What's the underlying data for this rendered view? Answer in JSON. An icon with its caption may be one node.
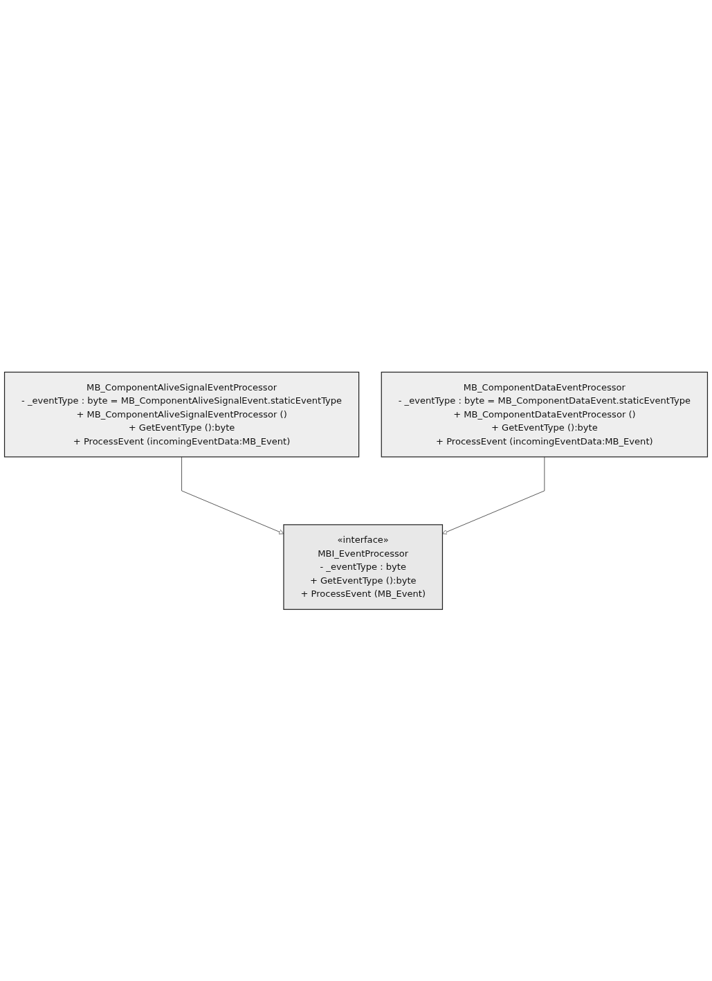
{
  "diagram": {
    "nodes": [
      {
        "text": [
          "MB_ComponentAliveSignalEventProcessor",
          "- _eventType : byte = MB_ComponentAliveSignalEvent.staticEventType",
          "+ MB_ComponentAliveSignalEventProcessor ()",
          "+ GetEventType ():byte",
          "+ ProcessEvent (incomingEventData:MB_Event)"
        ]
      },
      {
        "text": [
          "«interface»",
          "MBI_EventProcessor",
          "- _eventType : byte",
          "+ GetEventType ():byte",
          "+ ProcessEvent (MB_Event)"
        ]
      },
      {
        "text": [
          "MB_ComponentDataEventProcessor",
          "- _eventType : byte = MB_ComponentDataEvent.staticEventType",
          "+ MB_ComponentDataEventProcessor ()",
          "+ GetEventType ():byte",
          "+ ProcessEvent (incomingEventData:MB_Event)"
        ]
      }
    ],
    "edges": [
      {
        "from": 0,
        "to": 1,
        "arrow": "to"
      },
      {
        "from": 2,
        "to": 1,
        "arrow": "to"
      }
    ]
  }
}
